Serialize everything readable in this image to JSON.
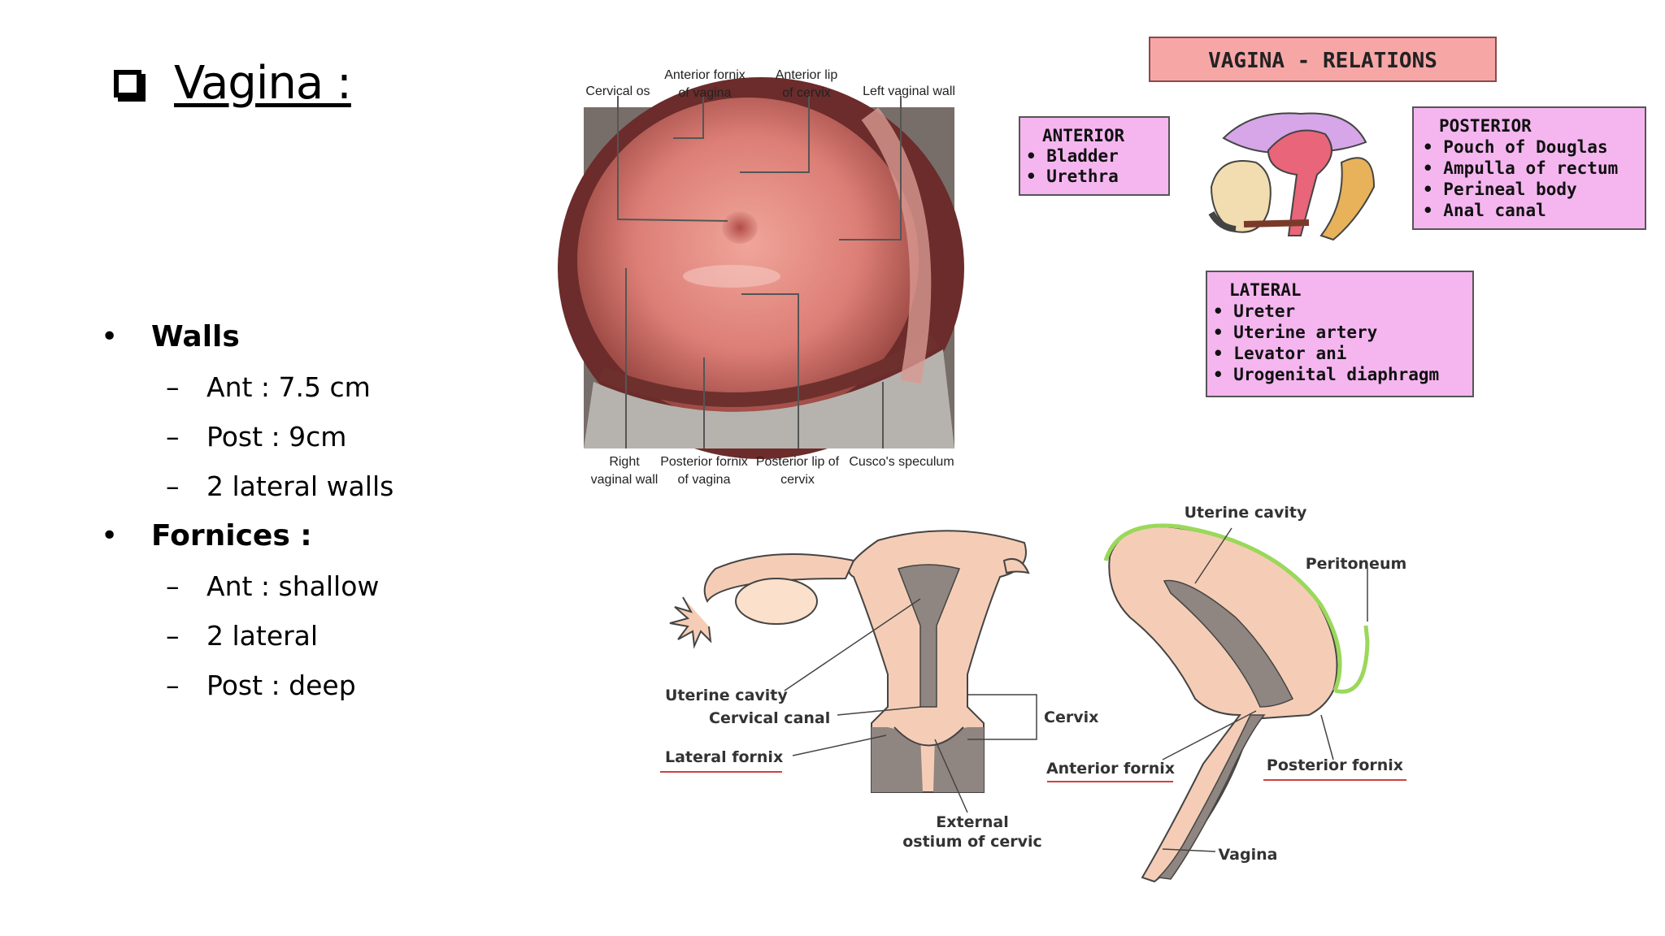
{
  "title": "Vagina :",
  "bullets": [
    {
      "label": "Walls",
      "sub": [
        "Ant : 7.5 cm",
        "Post : 9cm",
        "2 lateral walls"
      ]
    },
    {
      "label": "Fornices :",
      "sub": [
        "Ant : shallow",
        "2 lateral",
        "Post : deep"
      ]
    }
  ],
  "photo_labels": {
    "cervical_os": "Cervical os",
    "anterior_fornix_1": "Anterior fornix",
    "anterior_fornix_2": "of vagina",
    "anterior_lip_1": "Anterior lip",
    "anterior_lip_2": "of cervix",
    "left_wall": "Left vaginal wall",
    "right_wall_1": "Right",
    "right_wall_2": "vaginal wall",
    "posterior_fornix_1": "Posterior fornix",
    "posterior_fornix_2": "of vagina",
    "posterior_lip_1": "Posterior lip of",
    "posterior_lip_2": "cervix",
    "speculum": "Cusco's speculum"
  },
  "relations": {
    "heading": "VAGINA - RELATIONS",
    "anterior": {
      "title": "ANTERIOR",
      "items": [
        "Bladder",
        "Urethra"
      ]
    },
    "posterior": {
      "title": "POSTERIOR",
      "items": [
        "Pouch of Douglas",
        "Ampulla of rectum",
        "Perineal body",
        "Anal canal"
      ]
    },
    "lateral": {
      "title": "LATERAL",
      "items": [
        "Ureter",
        "Uterine artery",
        "Levator ani",
        "Urogenital diaphragm"
      ]
    }
  },
  "coronal_labels": {
    "uterine_cavity": "Uterine cavity",
    "cervical_canal": "Cervical canal",
    "lateral_fornix": "Lateral fornix",
    "cervix": "Cervix",
    "external_1": "External",
    "external_2": "ostium of cervic"
  },
  "sagittal_labels": {
    "uterine_cavity": "Uterine cavity",
    "peritoneum": "Peritoneum",
    "anterior_fornix": "Anterior fornix",
    "posterior_fornix": "Posterior fornix",
    "vagina": "Vagina"
  },
  "colors": {
    "pink_box": "#f5b6f0",
    "heading_box": "#f7a6a6",
    "tissue": "#f5cdb6",
    "cavity": "#8f8581",
    "peritoneum": "#9ad85a"
  }
}
